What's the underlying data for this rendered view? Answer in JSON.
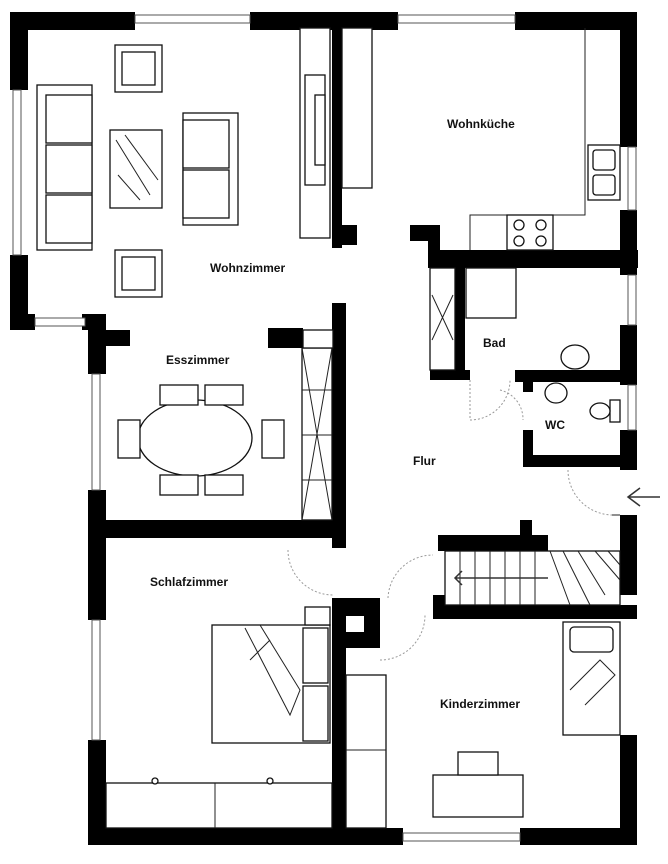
{
  "floorplan": {
    "rooms": {
      "wohnzimmer": "Wohnzimmer",
      "wohnkueche": "Wohnküche",
      "esszimmer": "Esszimmer",
      "bad": "Bad",
      "wc": "WC",
      "flur": "Flur",
      "schlafzimmer": "Schlafzimmer",
      "kinderzimmer": "Kinderzimmer"
    },
    "entrance_icon": "arrow-left-icon",
    "colors": {
      "wall": "#000000",
      "line": "#111111",
      "door_arc": "#999999"
    }
  }
}
